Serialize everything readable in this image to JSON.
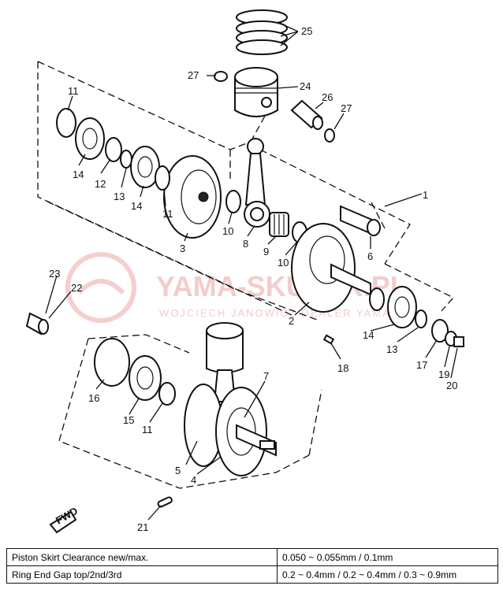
{
  "watermark": {
    "title": "YAMA-SKUTER.PL",
    "subtitle": "WOJCIECH JANOWICZ DEALER YAMAHA"
  },
  "fwd_label": "FWD",
  "callouts": [
    "1",
    "2",
    "3",
    "4",
    "5",
    "6",
    "7",
    "8",
    "9",
    "10",
    "10",
    "11",
    "11",
    "11",
    "12",
    "13",
    "13",
    "14",
    "14",
    "14",
    "15",
    "16",
    "17",
    "18",
    "19",
    "20",
    "21",
    "22",
    "23",
    "24",
    "25",
    "26",
    "27",
    "27"
  ],
  "spec_table": {
    "rows": [
      {
        "label": "Piston Skirt Clearance new/max.",
        "value": "0.050 ~ 0.055mm / 0.1mm"
      },
      {
        "label": "Ring End Gap top/2nd/3rd",
        "value": "0.2 ~ 0.4mm / 0.2 ~ 0.4mm / 0.3 ~ 0.9mm"
      }
    ]
  }
}
